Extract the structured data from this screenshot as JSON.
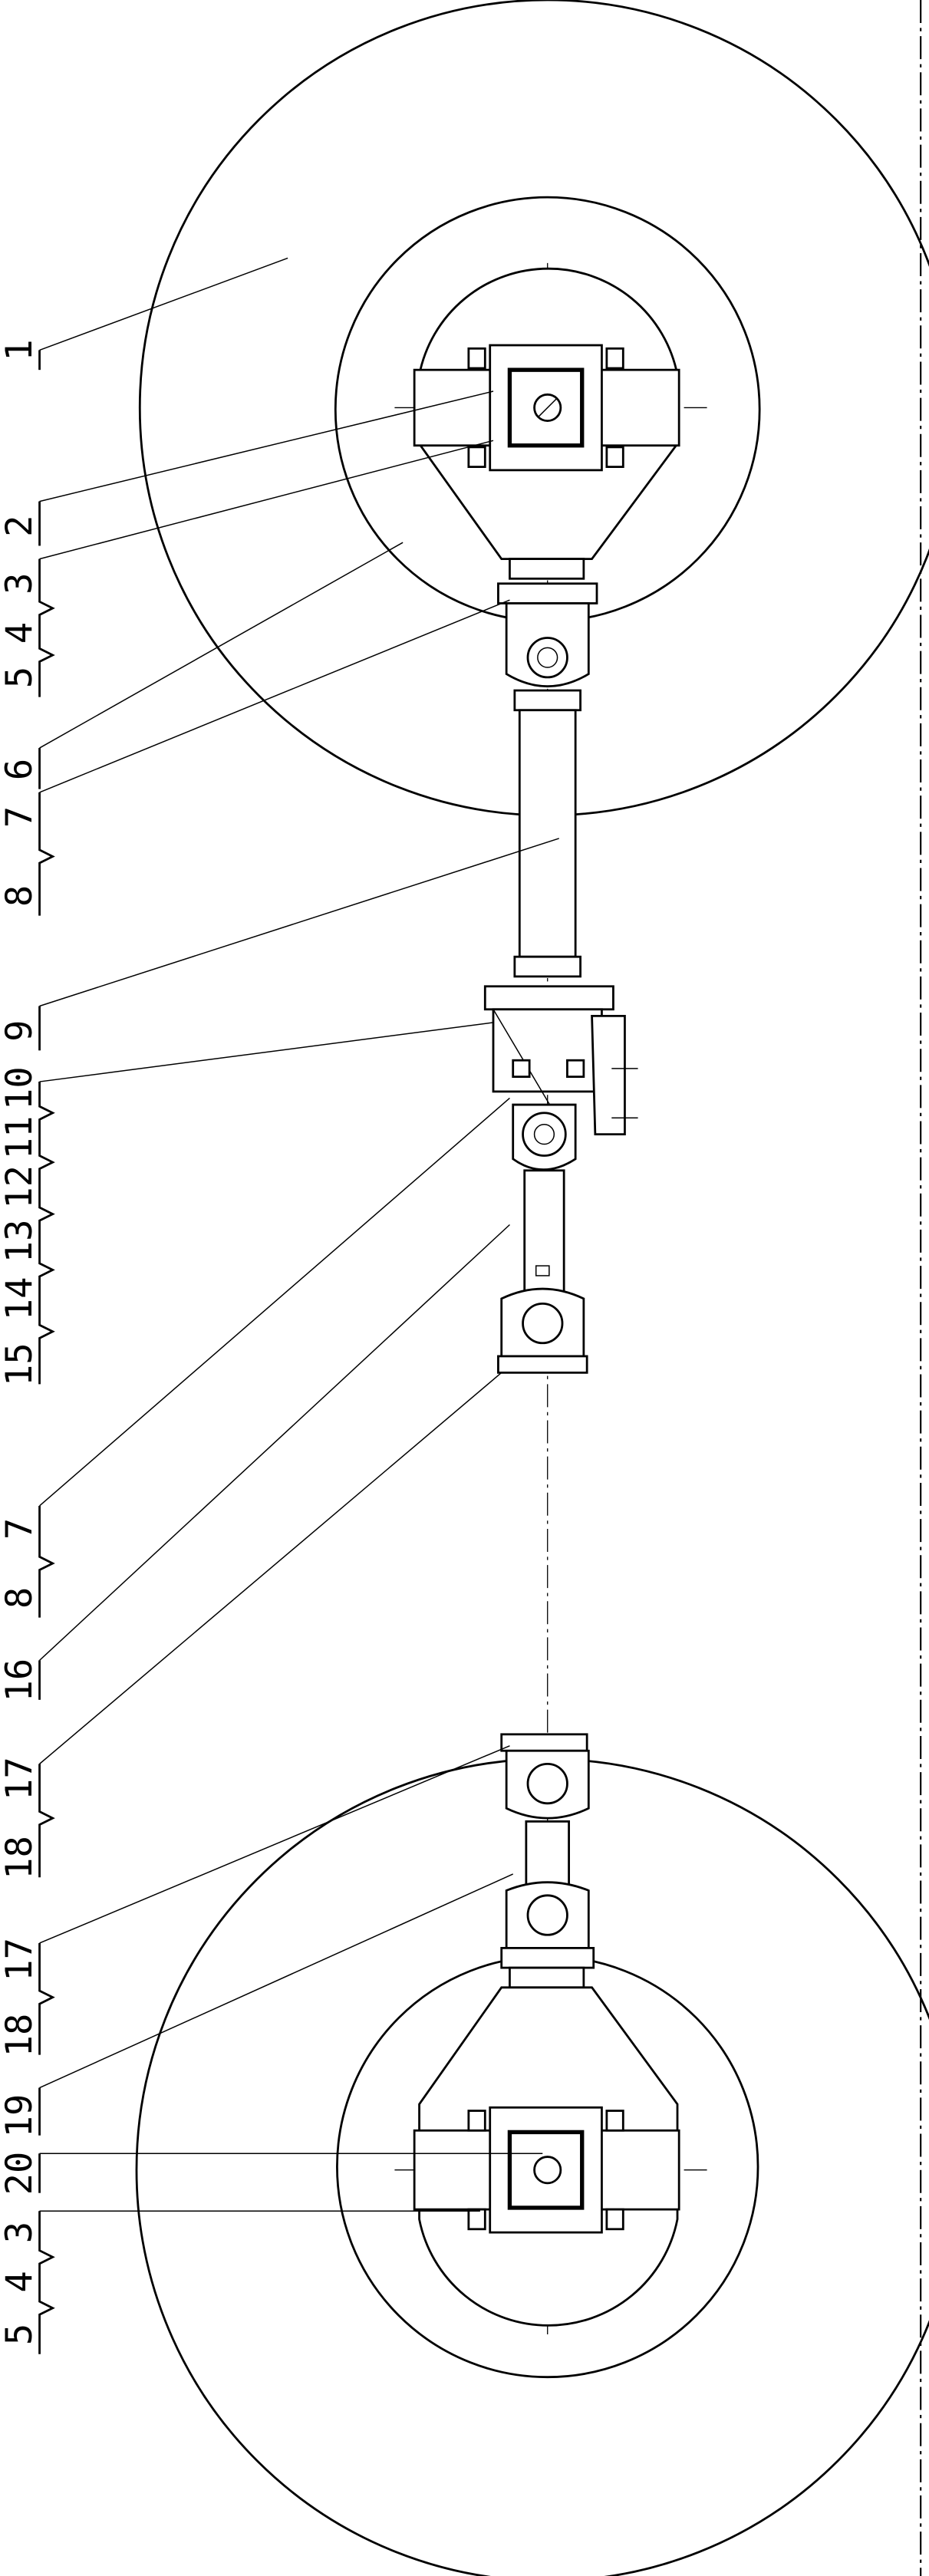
{
  "figure": {
    "callout_groups": [
      {
        "labels": [
          "1"
        ]
      },
      {
        "labels": [
          "2"
        ]
      },
      {
        "labels": [
          "3",
          "4",
          "5"
        ]
      },
      {
        "labels": [
          "6"
        ]
      },
      {
        "labels": [
          "7",
          "8"
        ]
      },
      {
        "labels": [
          "9"
        ]
      },
      {
        "labels": [
          "10",
          "11",
          "12",
          "13",
          "14",
          "15"
        ]
      },
      {
        "labels": [
          "7",
          "8"
        ]
      },
      {
        "labels": [
          "16"
        ]
      },
      {
        "labels": [
          "17",
          "18"
        ]
      },
      {
        "labels": [
          "17",
          "18"
        ]
      },
      {
        "labels": [
          "19"
        ]
      },
      {
        "labels": [
          "20"
        ]
      },
      {
        "labels": [
          "3",
          "4",
          "5"
        ]
      }
    ]
  }
}
